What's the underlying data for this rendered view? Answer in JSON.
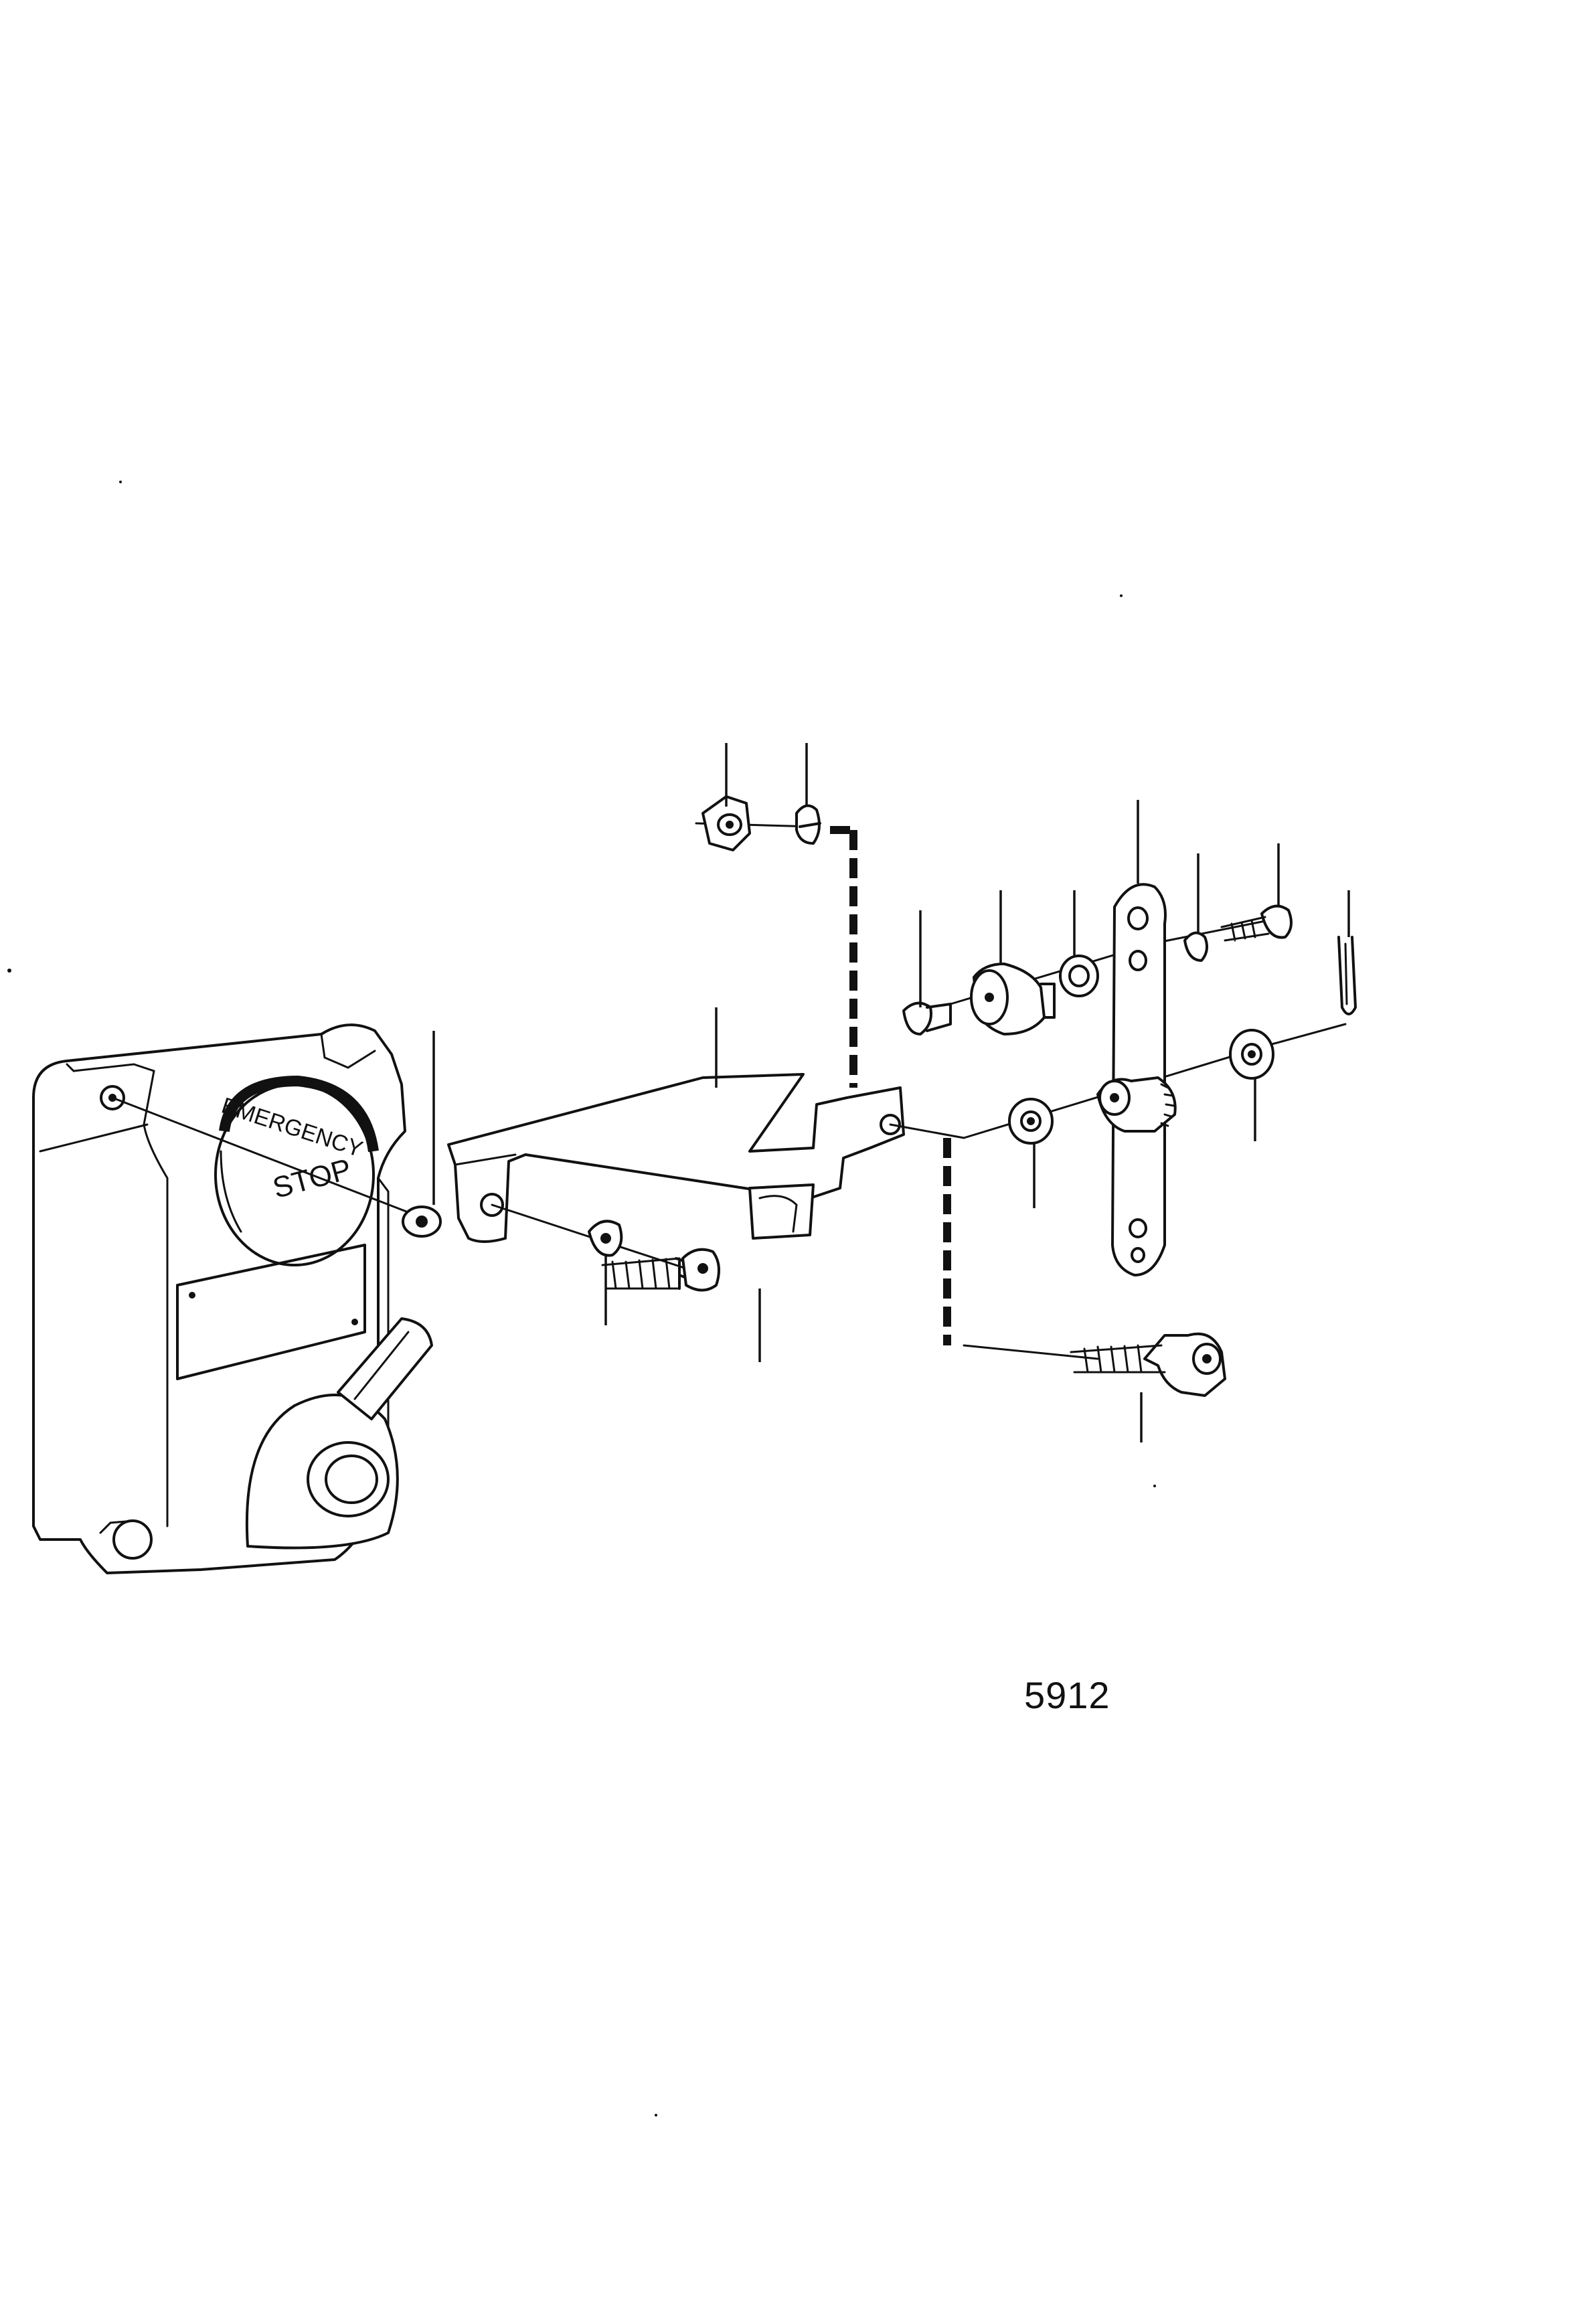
{
  "diagram": {
    "button_text_top": "EMERGENCY",
    "button_text_bottom": "STOP",
    "figure_number": "5912"
  }
}
